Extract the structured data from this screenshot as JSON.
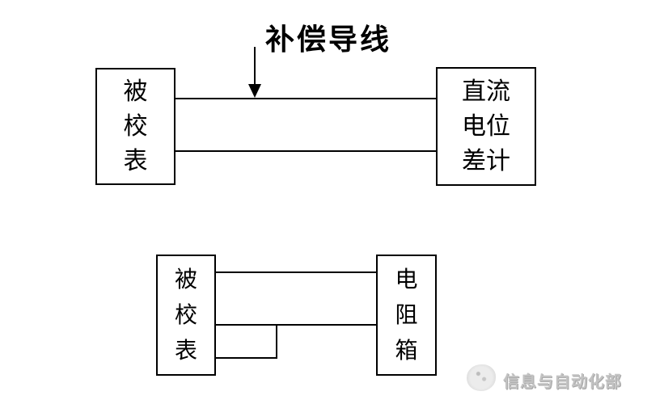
{
  "colors": {
    "line": "#000000",
    "background": "#ffffff",
    "watermark_text": "#c3c3c3"
  },
  "top_diagram": {
    "annotation_label": "补偿导线",
    "left_box_label": "被校表",
    "right_box_label": "直流电位差计"
  },
  "bottom_diagram": {
    "left_box_label": "被校表",
    "right_box_label": "电阻箱"
  },
  "watermark": {
    "icon": "logo-icon",
    "text": "信息与自动化部"
  }
}
